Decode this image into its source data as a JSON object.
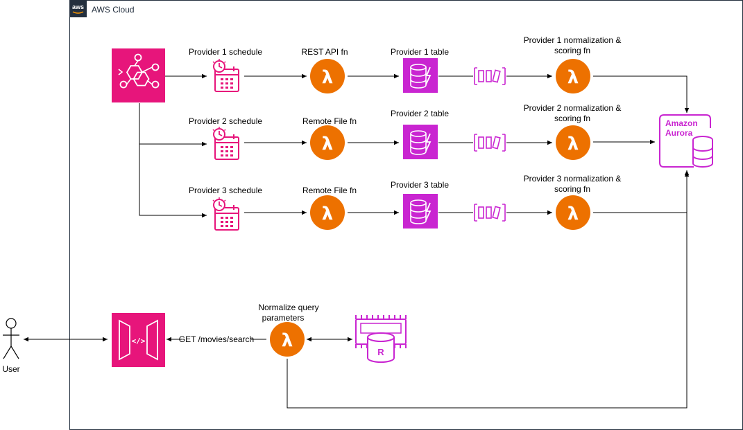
{
  "group": {
    "label": "AWS Cloud",
    "badge": "aws",
    "border_color": "#232F3E"
  },
  "colors": {
    "eventbridge": "#E7157B",
    "lambda": "#ED7100",
    "dynamodb": "#C925D1",
    "queue": "#E7157B",
    "aurora": "#C925D1",
    "apigateway": "#E7157B",
    "elasticache": "#C925D1"
  },
  "user": {
    "label": "User"
  },
  "pipelines": [
    {
      "schedule_label": "Provider 1 schedule",
      "fn_label": "REST API fn",
      "table_label": "Provider 1 table",
      "norm_label_line1": "Provider 1 normalization &",
      "norm_label_line2": "scoring fn"
    },
    {
      "schedule_label": "Provider 2 schedule",
      "fn_label": "Remote File fn",
      "table_label": "Provider 2 table",
      "norm_label_line1": "Provider 2 normalization &",
      "norm_label_line2": "scoring fn"
    },
    {
      "schedule_label": "Provider 3 schedule",
      "fn_label": "Remote File fn",
      "table_label": "Provider 3 table",
      "norm_label_line1": "Provider 3 normalization &",
      "norm_label_line2": "scoring fn"
    }
  ],
  "aurora": {
    "line1": "Amazon",
    "line2": "Aurora"
  },
  "api": {
    "route_label": "GET /movies/search",
    "query_fn_line1": "Normalize query",
    "query_fn_line2": "parameters",
    "cache_letter": "R",
    "code_glyph": "</>"
  },
  "icons": {
    "lambda_glyph": "λ",
    "eventbridge": "eventbridge-icon",
    "schedule": "calendar-clock-icon",
    "lambda": "lambda-icon",
    "table": "dynamodb-table-icon",
    "queue": "queue-icon",
    "aurora": "aurora-icon",
    "apigateway": "api-gateway-icon",
    "elasticache": "elasticache-redis-icon",
    "user": "user-icon"
  }
}
